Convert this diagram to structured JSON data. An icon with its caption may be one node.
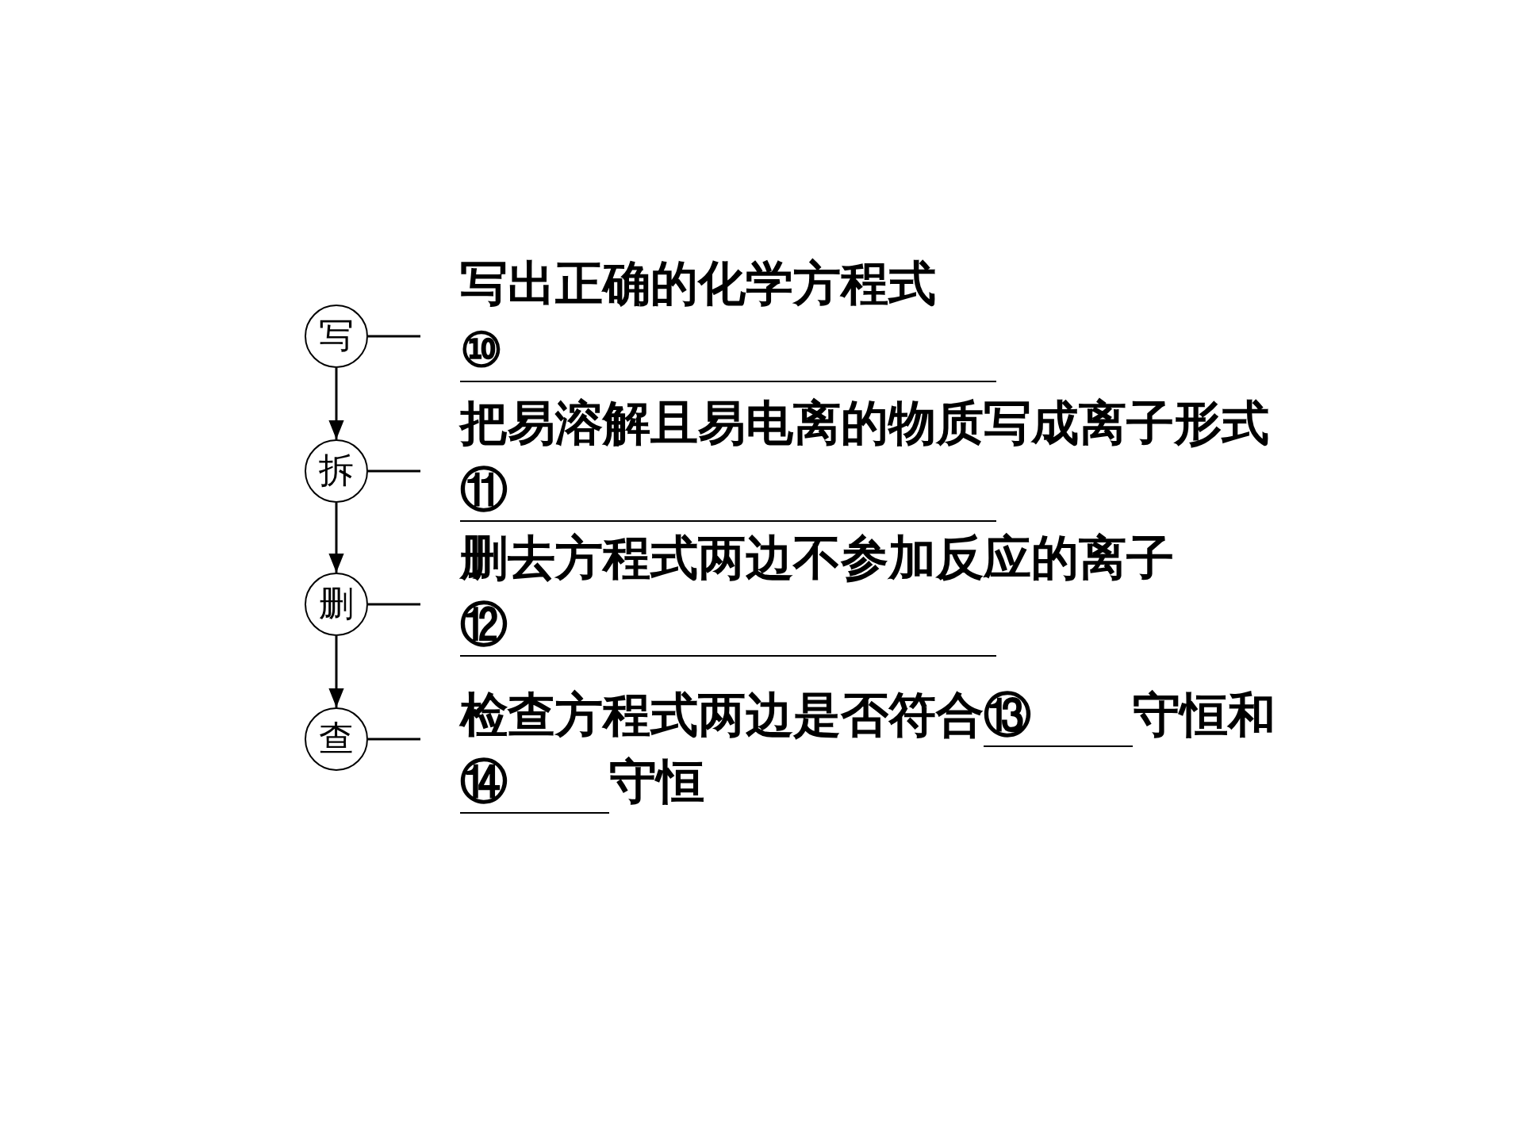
{
  "diagram": {
    "nodes": [
      {
        "text": [
          "写"
        ]
      },
      {
        "text": [
          "写出正确的化学方程式",
          "⑩"
        ]
      },
      {
        "text": [
          "拆"
        ]
      },
      {
        "text": [
          "把易溶解且易电离的物质写成离子形式",
          "⑪"
        ]
      },
      {
        "text": [
          "删"
        ]
      },
      {
        "text": [
          "删去方程式两边不参加反应的离子",
          "⑫"
        ]
      },
      {
        "text": [
          "查"
        ]
      },
      {
        "text": [
          "检查方程式两边是否符合",
          "⑬",
          "守恒和",
          "⑭",
          "守恒"
        ]
      }
    ],
    "edges": [
      {
        "from": 0,
        "to": 2,
        "arrow": "to"
      },
      {
        "from": 2,
        "to": 4,
        "arrow": "to"
      },
      {
        "from": 4,
        "to": 6,
        "arrow": "to"
      },
      {
        "from": 0,
        "to": 1,
        "arrow": "none"
      },
      {
        "from": 2,
        "to": 3,
        "arrow": "none"
      },
      {
        "from": 4,
        "to": 5,
        "arrow": "none"
      },
      {
        "from": 6,
        "to": 7,
        "arrow": "none"
      }
    ]
  }
}
